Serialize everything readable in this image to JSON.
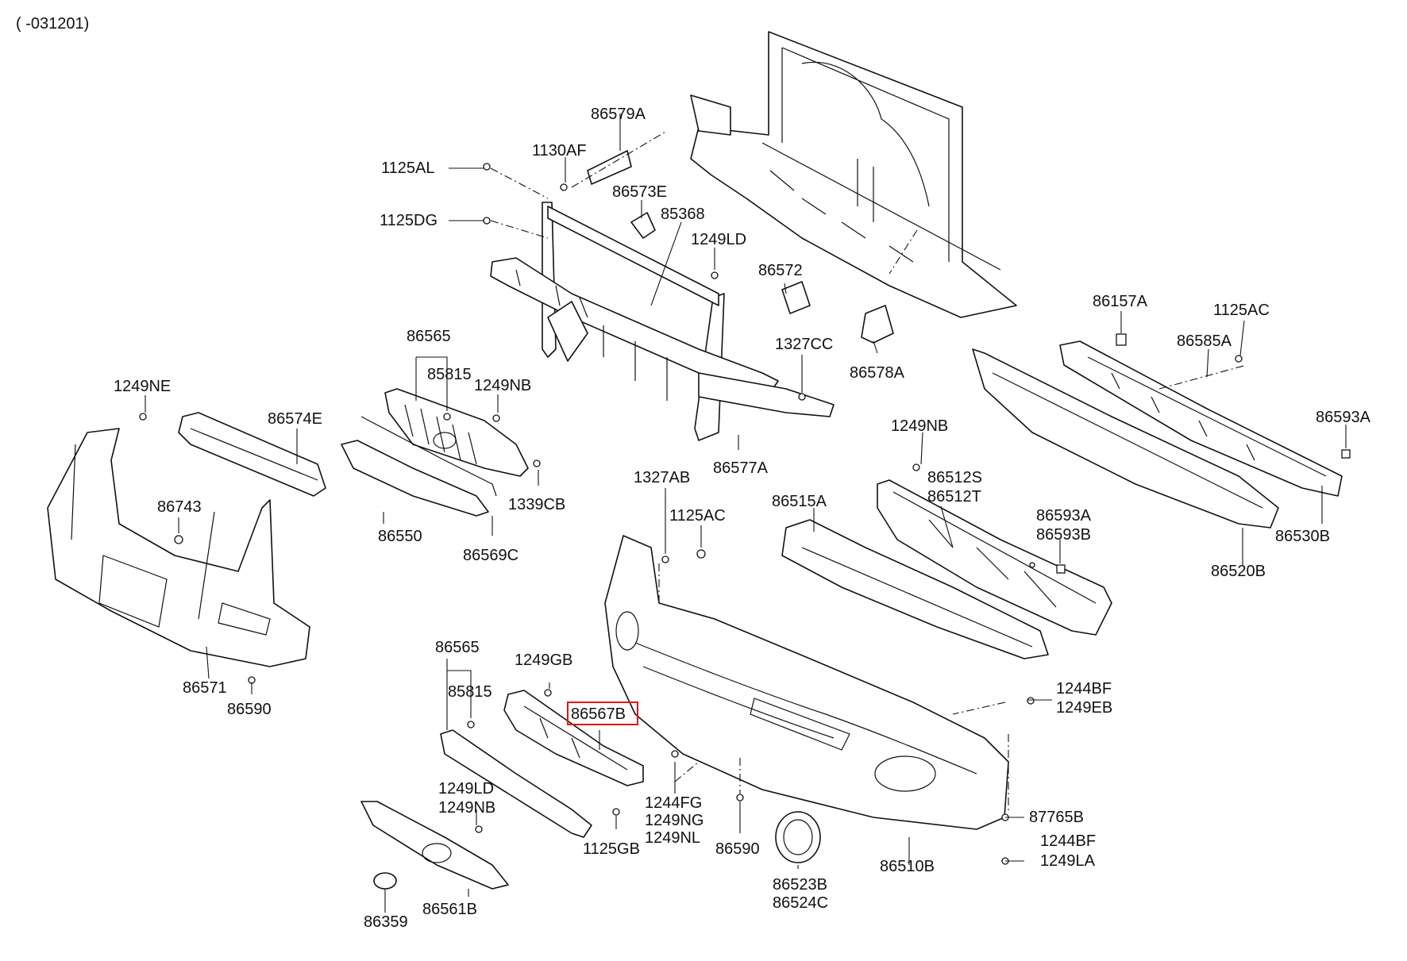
{
  "header": {
    "code": "( -031201)"
  },
  "highlight": {
    "part": "86567B",
    "color": "#e01818"
  },
  "labels": [
    {
      "id": "86579A",
      "text": "86579A"
    },
    {
      "id": "1130AF",
      "text": "1130AF"
    },
    {
      "id": "1125AL",
      "text": "1125AL"
    },
    {
      "id": "86573E",
      "text": "86573E"
    },
    {
      "id": "85368",
      "text": "85368"
    },
    {
      "id": "1125DG",
      "text": "1125DG"
    },
    {
      "id": "1249LD_top",
      "text": "1249LD"
    },
    {
      "id": "86572",
      "text": "86572"
    },
    {
      "id": "86157A",
      "text": "86157A"
    },
    {
      "id": "1125AC_top",
      "text": "1125AC"
    },
    {
      "id": "86585A",
      "text": "86585A"
    },
    {
      "id": "1327CC",
      "text": "1327CC"
    },
    {
      "id": "86578A",
      "text": "86578A"
    },
    {
      "id": "86565_top",
      "text": "86565"
    },
    {
      "id": "85815_top",
      "text": "85815"
    },
    {
      "id": "1249NB_mid",
      "text": "1249NB"
    },
    {
      "id": "1249NE",
      "text": "1249NE"
    },
    {
      "id": "86574E",
      "text": "86574E"
    },
    {
      "id": "86593A_r",
      "text": "86593A"
    },
    {
      "id": "1249NB_r",
      "text": "1249NB"
    },
    {
      "id": "86512S",
      "text": "86512S"
    },
    {
      "id": "86512T",
      "text": "86512T"
    },
    {
      "id": "86577A",
      "text": "86577A"
    },
    {
      "id": "1327AB",
      "text": "1327AB"
    },
    {
      "id": "86515A",
      "text": "86515A"
    },
    {
      "id": "1339CB",
      "text": "1339CB"
    },
    {
      "id": "86743",
      "text": "86743"
    },
    {
      "id": "86550",
      "text": "86550"
    },
    {
      "id": "1125AC_mid",
      "text": "1125AC"
    },
    {
      "id": "86593A_m",
      "text": "86593A"
    },
    {
      "id": "86593B",
      "text": "86593B"
    },
    {
      "id": "86530B",
      "text": "86530B"
    },
    {
      "id": "86569C",
      "text": "86569C"
    },
    {
      "id": "86520B",
      "text": "86520B"
    },
    {
      "id": "86565_bot",
      "text": "86565"
    },
    {
      "id": "1249GB",
      "text": "1249GB"
    },
    {
      "id": "86571",
      "text": "86571"
    },
    {
      "id": "85815_bot",
      "text": "85815"
    },
    {
      "id": "1244BF_top",
      "text": "1244BF"
    },
    {
      "id": "1249EB",
      "text": "1249EB"
    },
    {
      "id": "86590_l",
      "text": "86590"
    },
    {
      "id": "86567B",
      "text": "86567B"
    },
    {
      "id": "1249LD_bot",
      "text": "1249LD"
    },
    {
      "id": "1249NB_bot",
      "text": "1249NB"
    },
    {
      "id": "1244FG",
      "text": "1244FG"
    },
    {
      "id": "1249NG",
      "text": "1249NG"
    },
    {
      "id": "1249NL",
      "text": "1249NL"
    },
    {
      "id": "87765B",
      "text": "87765B"
    },
    {
      "id": "1125GB",
      "text": "1125GB"
    },
    {
      "id": "86590_m",
      "text": "86590"
    },
    {
      "id": "1244BF_bot",
      "text": "1244BF"
    },
    {
      "id": "1249LA",
      "text": "1249LA"
    },
    {
      "id": "86510B",
      "text": "86510B"
    },
    {
      "id": "86523B",
      "text": "86523B"
    },
    {
      "id": "86524C",
      "text": "86524C"
    },
    {
      "id": "86561B",
      "text": "86561B"
    },
    {
      "id": "86359",
      "text": "86359"
    }
  ]
}
